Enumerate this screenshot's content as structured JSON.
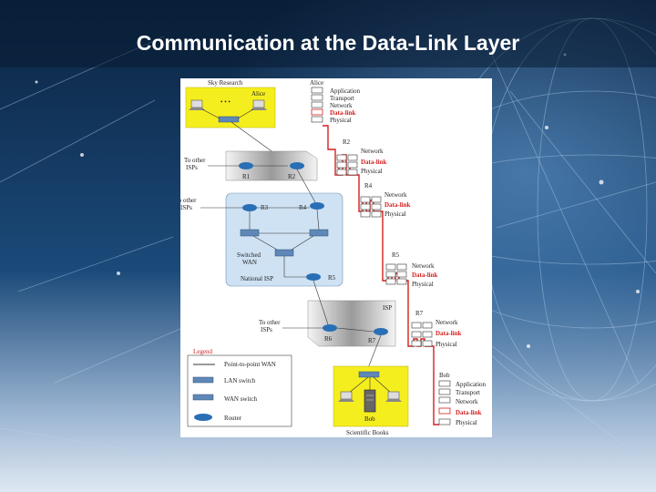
{
  "slide": {
    "title": "Communication at the Data-Link Layer"
  },
  "diagram": {
    "sky_research": "Sky Research",
    "alice": "Alice",
    "alice_dots": "• • •",
    "to_other_isps": "To other",
    "isps": "ISPs",
    "routers": {
      "r1": "R1",
      "r2": "R2",
      "r3": "R3",
      "r4": "R4",
      "r5": "R5",
      "r6": "R6",
      "r7": "R7"
    },
    "switched_wan": "Switched",
    "wan": "WAN",
    "national_isp": "National ISP",
    "isp": "ISP",
    "bob": "Bob",
    "scientific_books": "Scientific Books",
    "legend": {
      "title": "Legend",
      "items": [
        "Point-to-point WAN",
        "LAN switch",
        "WAN switch",
        "Router"
      ]
    },
    "alice_stack": {
      "host": "Alice",
      "layers": [
        "Application",
        "Transport",
        "Network",
        "Data-link",
        "Physical"
      ]
    },
    "router_stacks": [
      {
        "label": "R2",
        "layers": [
          "Network",
          "Data-link",
          "Physical"
        ]
      },
      {
        "label": "R4",
        "layers": [
          "Network",
          "Data-link",
          "Physical"
        ]
      },
      {
        "label": "R5",
        "layers": [
          "Network",
          "Data-link",
          "Physical"
        ]
      },
      {
        "label": "R7",
        "layers": [
          "Network",
          "Data-link",
          "Physical"
        ]
      }
    ],
    "bob_stack": {
      "host": "Bob",
      "layers": [
        "Application",
        "Transport",
        "Network",
        "Data-link",
        "Physical"
      ]
    },
    "colors": {
      "yellow": "#f5ee1e",
      "red": "#d42020",
      "router_blue": "#2a6fb5",
      "isp_gray": "#bdbdbd",
      "national_isp_blue": "#cfe2f3"
    }
  }
}
